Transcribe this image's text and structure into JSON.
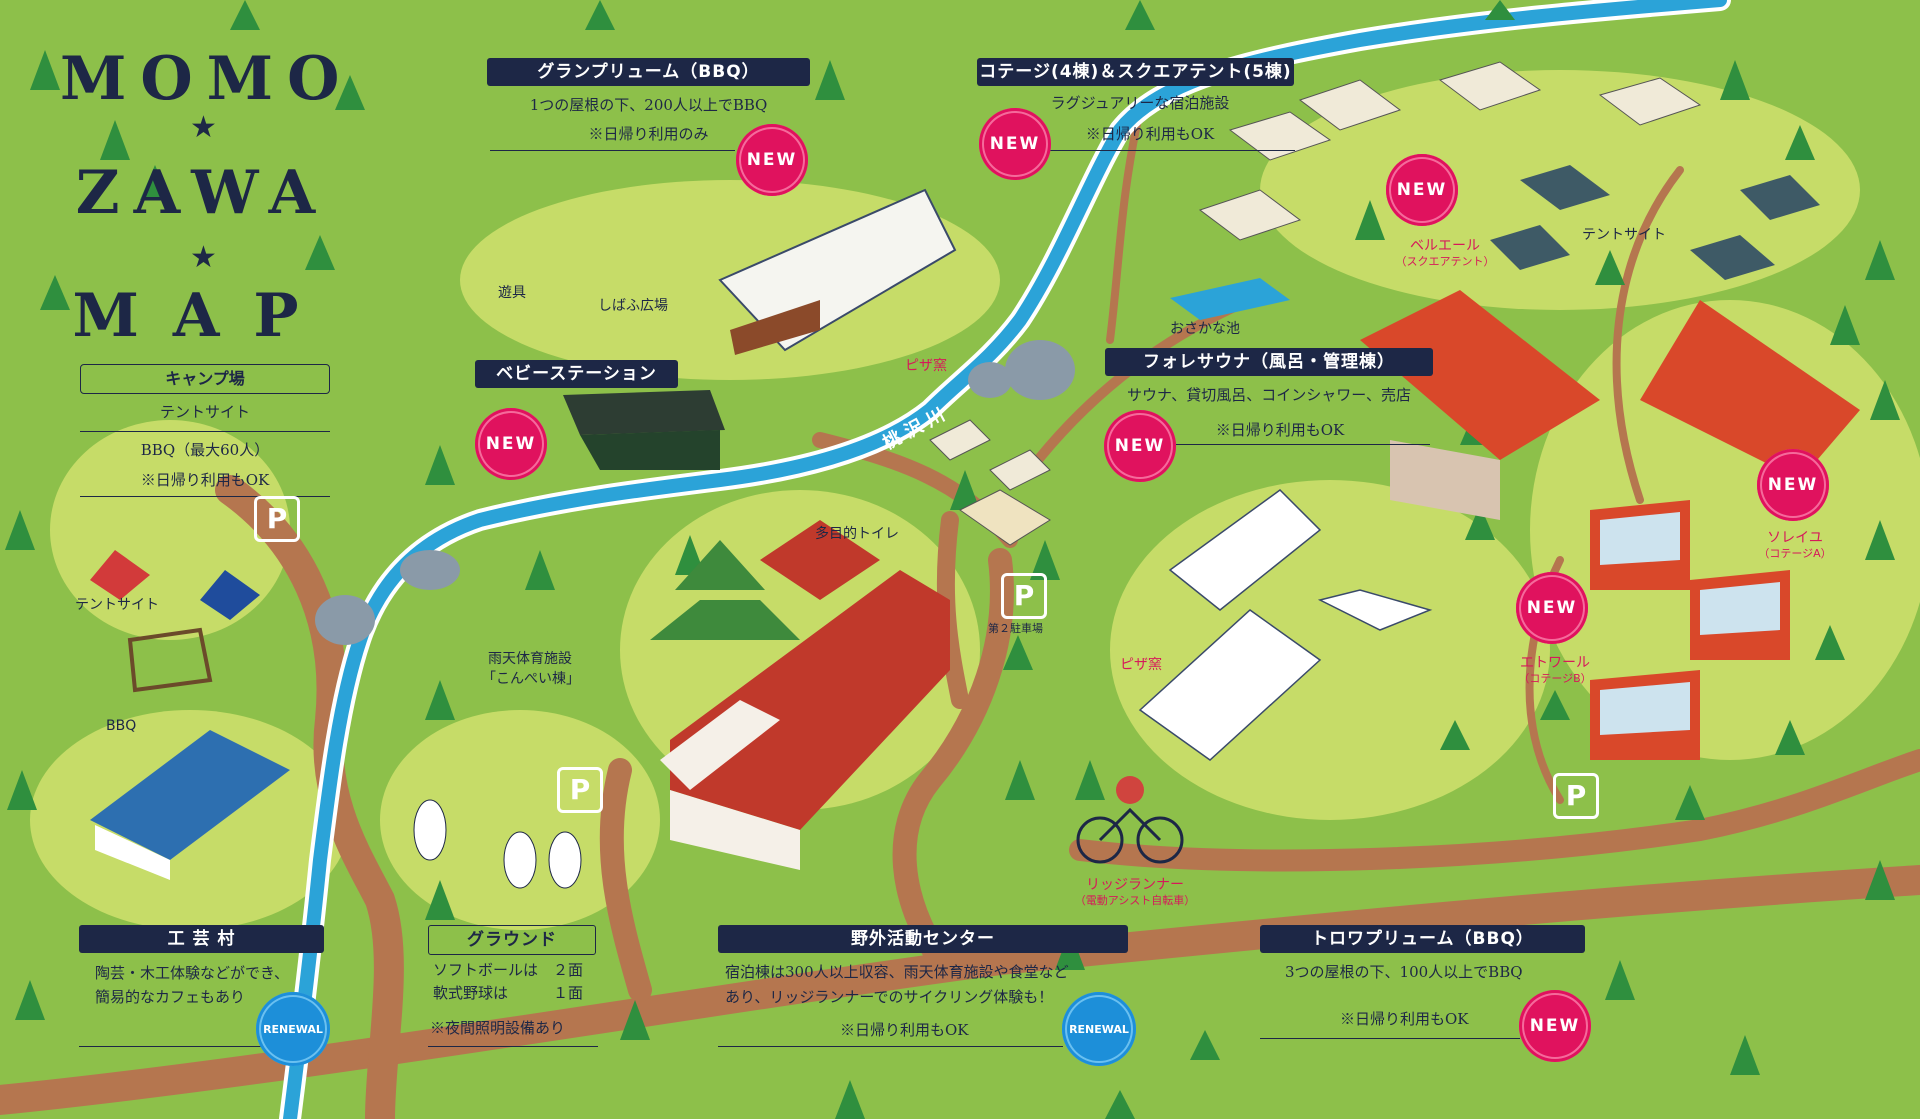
{
  "map_title": {
    "line1": "MOMO",
    "line2": "ZAWA",
    "line3": "MAP",
    "star": "★"
  },
  "camp": {
    "label": "キャンプ場",
    "line1": "テントサイト",
    "line2": "BBQ（最大60人）",
    "line3": "※日帰り利用もOK",
    "tent_site": "テントサイト",
    "bbq": "BBQ"
  },
  "craft": {
    "label": "工 芸 村",
    "desc1": "陶芸・木工体験などができ、",
    "desc2": "簡易的なカフェもあり",
    "badge": "RENEWAL"
  },
  "ground": {
    "label": "グラウンド",
    "line1": "ソフトボールは　２面",
    "line2": "軟式野球は　　　１面",
    "line3": "※夜間照明設備あり"
  },
  "outdoor_center": {
    "label": "野外活動センター",
    "desc1": "宿泊棟は300人以上収容、雨天体育施設や食堂など",
    "desc2": "あり、リッジランナーでのサイクリング体験も！",
    "desc3": "※日帰り利用もOK",
    "badge": "RENEWAL"
  },
  "trowa": {
    "label": "トロワプリューム（BBQ）",
    "desc1": "3つの屋根の下、100人以上でBBQ",
    "desc2": "※日帰り利用もOK",
    "badge": "NEW"
  },
  "grand": {
    "label": "グランプリューム（BBQ）",
    "desc1": "1つの屋根の下、200人以上でBBQ",
    "desc2": "※日帰り利用のみ",
    "badge": "NEW"
  },
  "baby": {
    "label": "ベビーステーション",
    "badge": "NEW"
  },
  "cottage": {
    "label": "コテージ(4棟)＆スクエアテント(5棟)",
    "desc1": "ラグジュアリーな宿泊施設",
    "desc2": "※日帰り利用もOK",
    "badge": "NEW"
  },
  "fore": {
    "label": "フォレサウナ（風呂・管理棟）",
    "desc1": "サウナ、貸切風呂、コインシャワー、売店",
    "desc2": "※日帰り利用もOK",
    "badge": "NEW"
  },
  "places": {
    "playground": "遊具",
    "lawn": "しばふ広場",
    "pizza1": "ピザ窯",
    "pizza2": "ピザ窯",
    "river": "桃 沢 川",
    "pond": "おさかな池",
    "toilet": "多目的トイレ",
    "parking2": "第２駐車場",
    "gym1": "雨天体育施設",
    "gym2": "「こんぺい棟」",
    "tent_site2": "テントサイト",
    "parking": "P"
  },
  "belle": {
    "name": "ベルエール",
    "sub": "（スクエアテント）",
    "badge": "NEW"
  },
  "soleil": {
    "name": "ソレイユ",
    "sub": "（コテージA）",
    "badge": "NEW"
  },
  "etoile": {
    "name": "エトワール",
    "sub": "（コテージB）",
    "badge": "NEW"
  },
  "ridge": {
    "name": "リッジランナー",
    "sub": "（電動アシスト自転車）"
  },
  "colors": {
    "grass": "#8dc04a",
    "light_grass": "#c6dc68",
    "path": "#b5764f",
    "river": "#2ba3d8",
    "navy": "#1d2746",
    "new_pink": "#e0125e",
    "renew_blue": "#1d8fd9"
  }
}
